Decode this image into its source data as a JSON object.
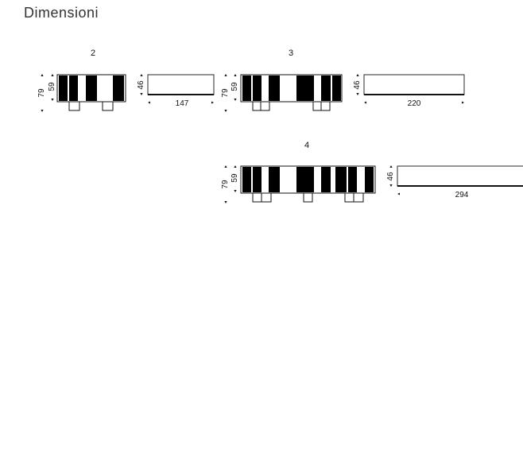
{
  "title": "Dimensioni",
  "models": [
    {
      "id": "2",
      "height_total": "79",
      "height_body": "59",
      "depth": "46",
      "width": "147"
    },
    {
      "id": "3",
      "height_total": "79",
      "height_body": "59",
      "depth": "46",
      "width": "220"
    },
    {
      "id": "4",
      "height_total": "79",
      "height_body": "59",
      "depth": "46",
      "width": "294"
    }
  ],
  "colors": {
    "line": "#111111",
    "fill": "#000000",
    "background": "#ffffff"
  }
}
